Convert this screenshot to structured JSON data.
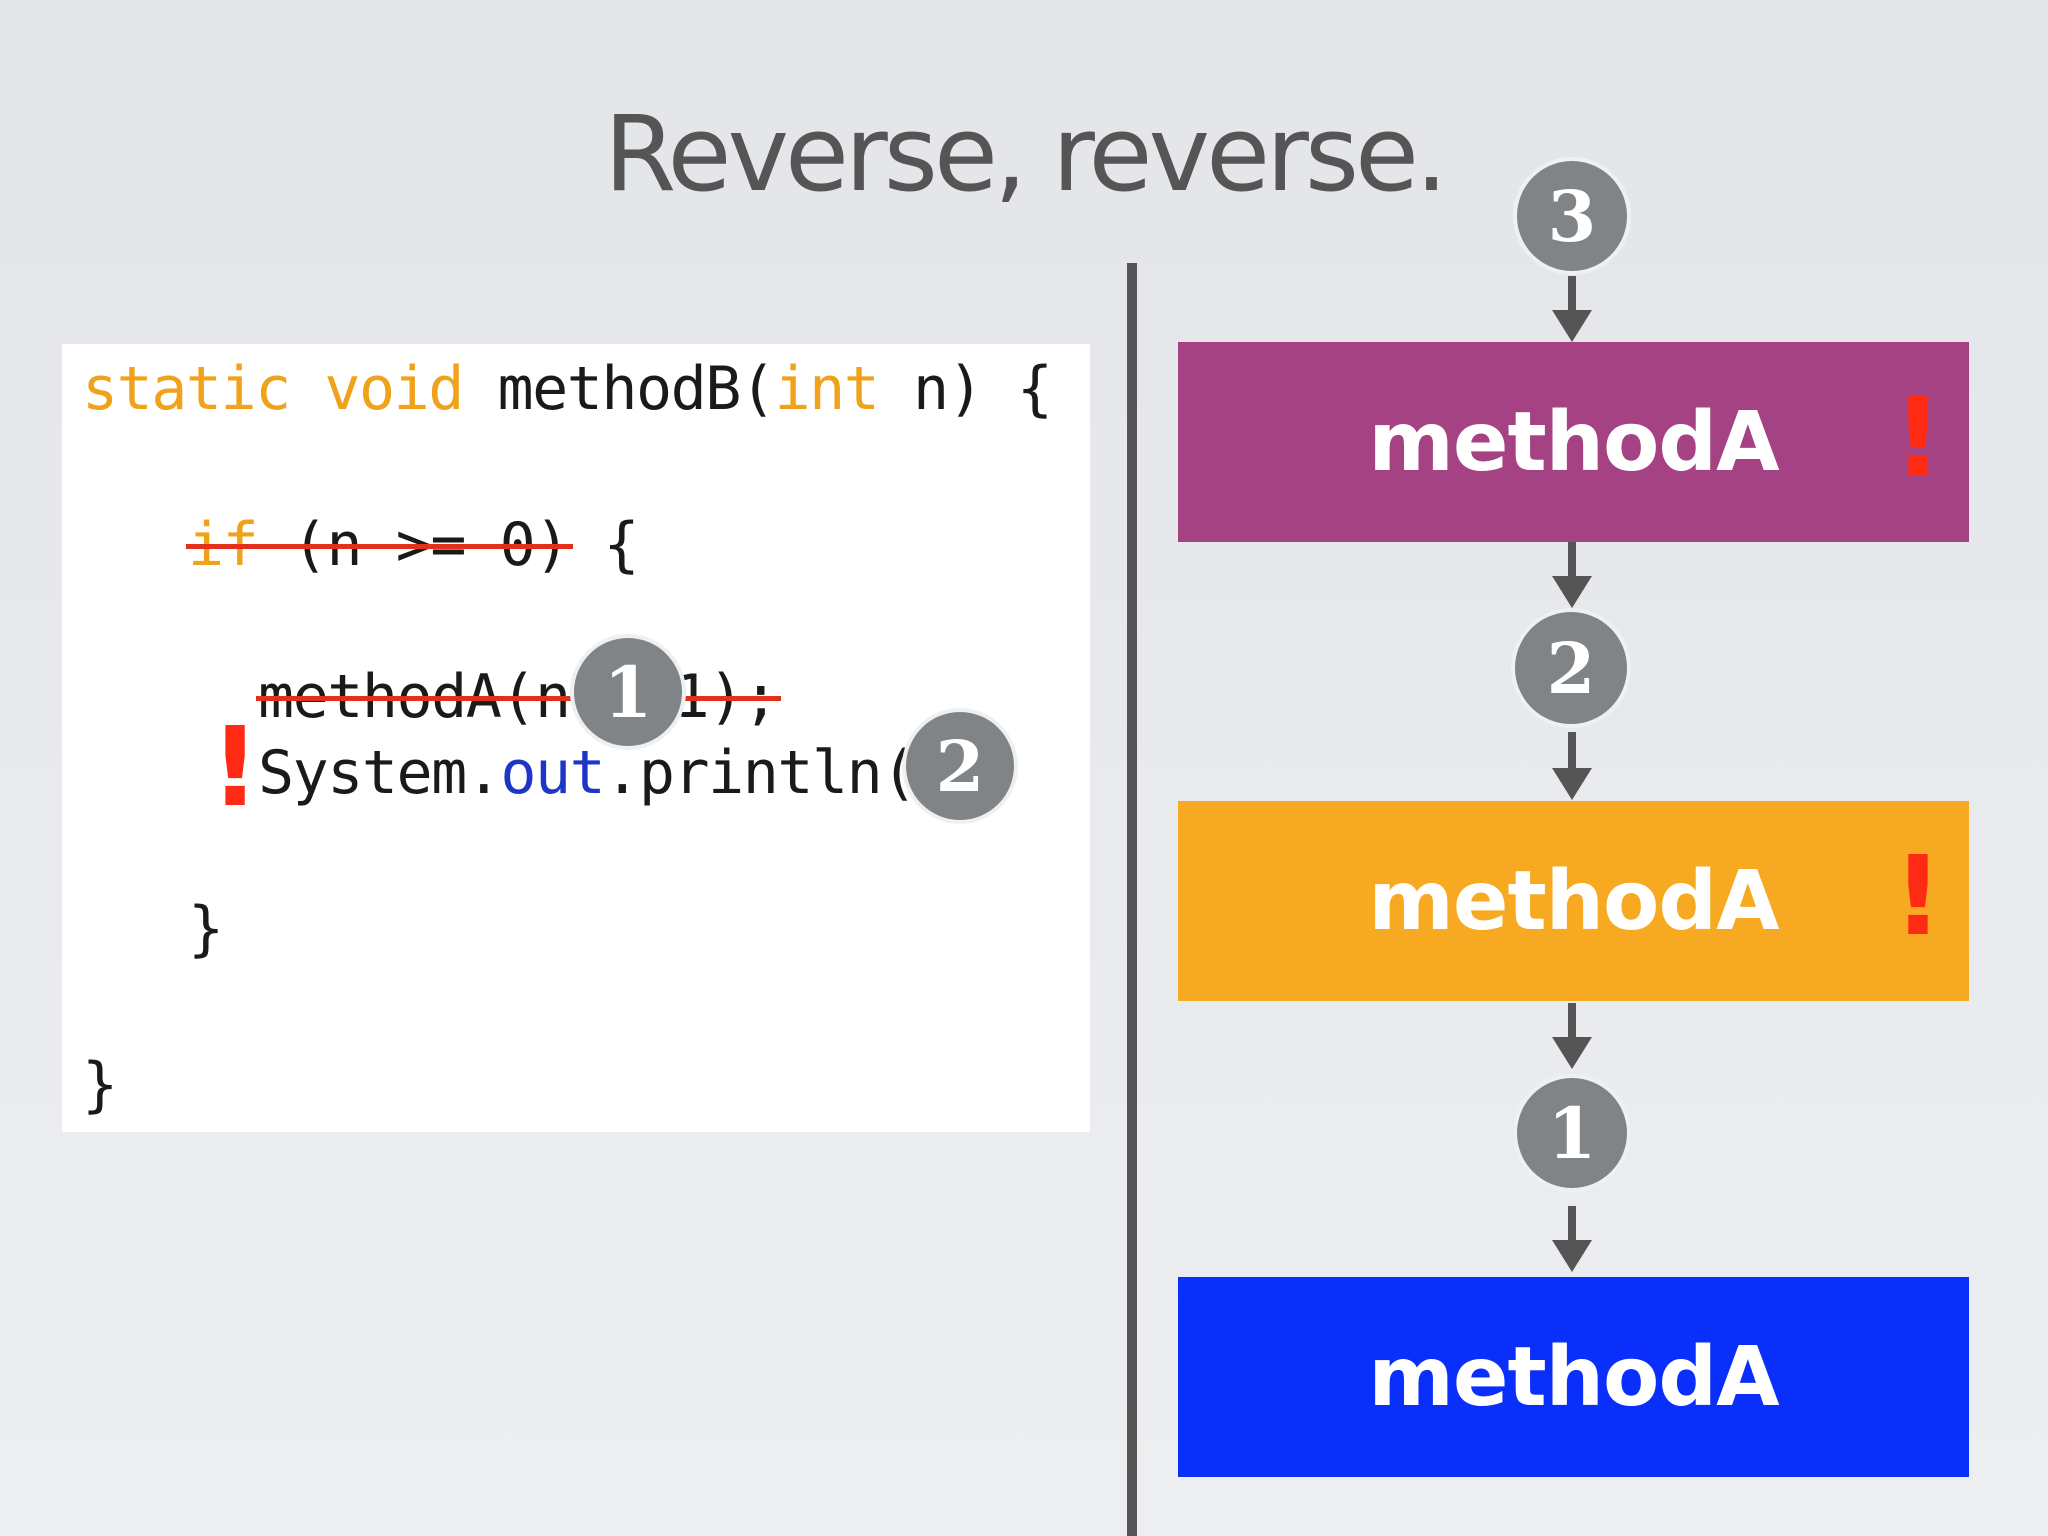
{
  "title": "Reverse, reverse.",
  "code": {
    "line1": {
      "kw_static": "static",
      "kw_void": "void",
      "name": " methodB(",
      "kw_int": "int",
      "rest": " n) {"
    },
    "line2": {
      "kw_if": "if",
      "cond": " (n >= 0)",
      "brace": " {"
    },
    "line3": {
      "call": "methodA(n - 1);"
    },
    "line4": {
      "prefix": "System.",
      "field": "out",
      "suffix": ".println(n);"
    },
    "line5": "}",
    "line6": "}"
  },
  "markers": {
    "exclamation": "!",
    "badge_one": "1",
    "badge_two": "2",
    "badge_three": "3"
  },
  "stack": {
    "frames": [
      {
        "label": "methodA",
        "color": "#a44283",
        "flag": "!"
      },
      {
        "label": "methodA",
        "color": "#f6a921",
        "flag": "!"
      },
      {
        "label": "methodA",
        "color": "#0a2ffa",
        "flag": ""
      }
    ]
  },
  "colors": {
    "keyword": "#f0a21a",
    "field": "#1e36c8",
    "strike": "#e3301c",
    "exclamation": "#ff2a14",
    "badge": "#808487",
    "divider": "#555555"
  }
}
